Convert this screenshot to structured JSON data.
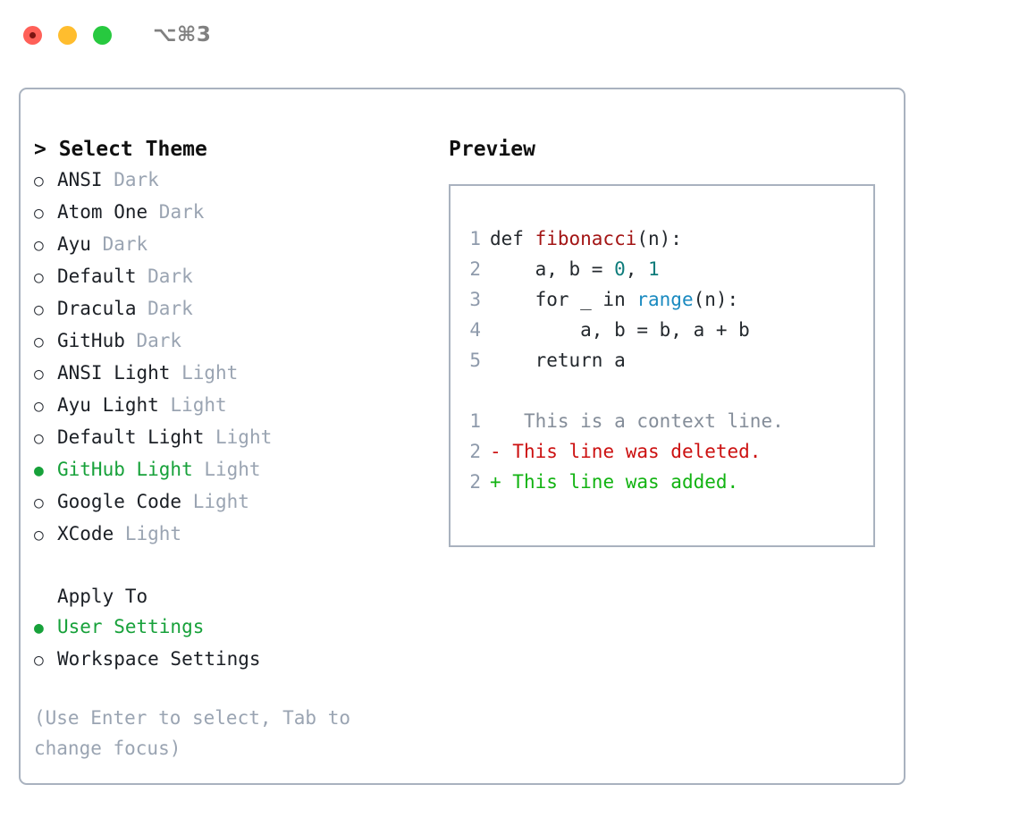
{
  "window": {
    "title": "⌥⌘3",
    "traffic_lights": [
      "close",
      "minimize",
      "maximize"
    ],
    "accent_green": "#17a13a",
    "border_color": "#a9b2bf"
  },
  "left": {
    "header": "> Select Theme",
    "themes": [
      {
        "marker": "○",
        "name": "ANSI",
        "kind": "Dark",
        "selected": false
      },
      {
        "marker": "○",
        "name": "Atom One",
        "kind": "Dark",
        "selected": false
      },
      {
        "marker": "○",
        "name": "Ayu",
        "kind": "Dark",
        "selected": false
      },
      {
        "marker": "○",
        "name": "Default",
        "kind": "Dark",
        "selected": false
      },
      {
        "marker": "○",
        "name": "Dracula",
        "kind": "Dark",
        "selected": false
      },
      {
        "marker": "○",
        "name": "GitHub",
        "kind": "Dark",
        "selected": false
      },
      {
        "marker": "○",
        "name": "ANSI Light",
        "kind": "Light",
        "selected": false
      },
      {
        "marker": "○",
        "name": "Ayu Light",
        "kind": "Light",
        "selected": false
      },
      {
        "marker": "○",
        "name": "Default Light",
        "kind": "Light",
        "selected": false
      },
      {
        "marker": "●",
        "name": "GitHub Light",
        "kind": "Light",
        "selected": true
      },
      {
        "marker": "○",
        "name": "Google Code",
        "kind": "Light",
        "selected": false
      },
      {
        "marker": "○",
        "name": "XCode",
        "kind": "Light",
        "selected": false
      }
    ],
    "apply_to": {
      "header": "Apply To",
      "options": [
        {
          "marker": "●",
          "name": "User Settings",
          "selected": true
        },
        {
          "marker": "○",
          "name": "Workspace Settings",
          "selected": false
        }
      ]
    },
    "hint": "(Use Enter to select, Tab to change focus)"
  },
  "right": {
    "header": "Preview",
    "code_lines": [
      {
        "num": "1",
        "tokens": [
          {
            "text": "def ",
            "style": "plain"
          },
          {
            "text": "fibonacci",
            "style": "fn"
          },
          {
            "text": "(n):",
            "style": "plain"
          }
        ]
      },
      {
        "num": "2",
        "tokens": [
          {
            "text": "    a, b = ",
            "style": "plain"
          },
          {
            "text": "0",
            "style": "num"
          },
          {
            "text": ", ",
            "style": "plain"
          },
          {
            "text": "1",
            "style": "num"
          }
        ]
      },
      {
        "num": "3",
        "tokens": [
          {
            "text": "    for _ in ",
            "style": "plain"
          },
          {
            "text": "range",
            "style": "call"
          },
          {
            "text": "(n):",
            "style": "plain"
          }
        ]
      },
      {
        "num": "4",
        "tokens": [
          {
            "text": "        a, b = b, a + b",
            "style": "plain"
          }
        ]
      },
      {
        "num": "5",
        "tokens": [
          {
            "text": "    return a",
            "style": "plain"
          }
        ]
      }
    ],
    "diff_lines": [
      {
        "num": "1",
        "sign": " ",
        "text": "  This is a context line.",
        "style": "ctx"
      },
      {
        "num": "2",
        "sign": "-",
        "text": " This line was deleted.",
        "style": "del"
      },
      {
        "num": "2",
        "sign": "+",
        "text": " This line was added.",
        "style": "add"
      }
    ],
    "syntax_colors": {
      "function": "#a31515",
      "number": "#0e7c7b",
      "builtin": "#1a8ac0",
      "plain": "#24292e",
      "line_number": "#8e9aab",
      "diff_context": "#848d99",
      "diff_deleted": "#cc1111",
      "diff_added": "#12b312"
    }
  }
}
